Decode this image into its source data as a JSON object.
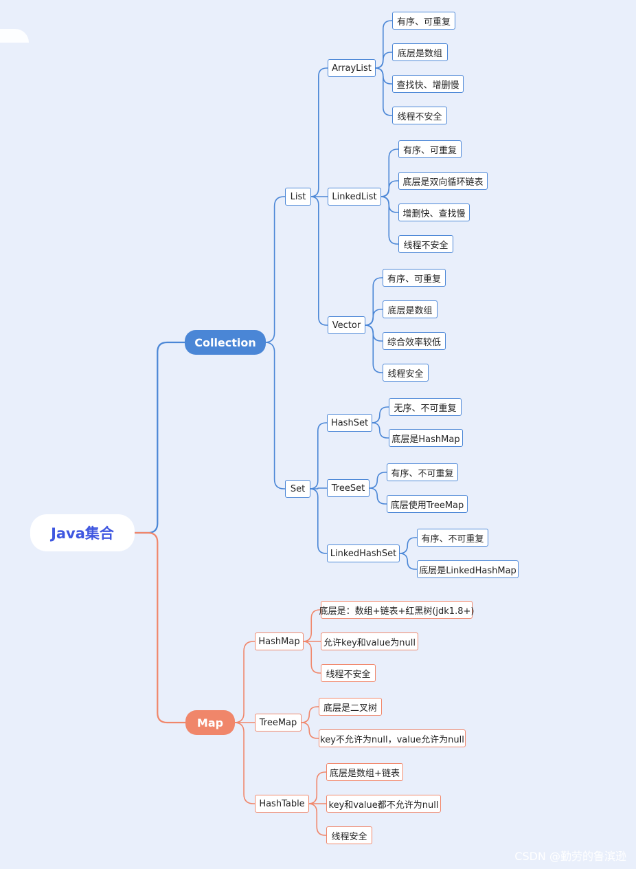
{
  "colors": {
    "background": "#e9effb",
    "collection_branch": "#4a86d6",
    "map_branch": "#f0866a",
    "root_text": "#3f57e0"
  },
  "root": "Java集合",
  "collection": {
    "label": "Collection",
    "list": {
      "label": "List",
      "arraylist": {
        "label": "ArrayList",
        "items": [
          "有序、可重复",
          "底层是数组",
          "查找快、增删慢",
          "线程不安全"
        ]
      },
      "linkedlist": {
        "label": "LinkedList",
        "items": [
          "有序、可重复",
          "底层是双向循环链表",
          "增删快、查找慢",
          "线程不安全"
        ]
      },
      "vector": {
        "label": "Vector",
        "items": [
          "有序、可重复",
          "底层是数组",
          "综合效率较低",
          "线程安全"
        ]
      }
    },
    "set": {
      "label": "Set",
      "hashset": {
        "label": "HashSet",
        "items": [
          "无序、不可重复",
          "底层是HashMap"
        ]
      },
      "treeset": {
        "label": "TreeSet",
        "items": [
          "有序、不可重复",
          "底层使用TreeMap"
        ]
      },
      "linkedhashset": {
        "label": "LinkedHashSet",
        "items": [
          "有序、不可重复",
          "底层是LinkedHashMap"
        ]
      }
    }
  },
  "map": {
    "label": "Map",
    "hashmap": {
      "label": "HashMap",
      "items": [
        "底层是：数组+链表+红黑树(jdk1.8+)",
        "允许key和value为null",
        "线程不安全"
      ]
    },
    "treemap": {
      "label": "TreeMap",
      "items": [
        "底层是二叉树",
        "key不允许为null，value允许为null"
      ]
    },
    "hashtable": {
      "label": "HashTable",
      "items": [
        "底层是数组+链表",
        "key和value都不允许为null",
        "线程安全"
      ]
    }
  },
  "watermark": "CSDN @勤劳的鲁滨逊"
}
